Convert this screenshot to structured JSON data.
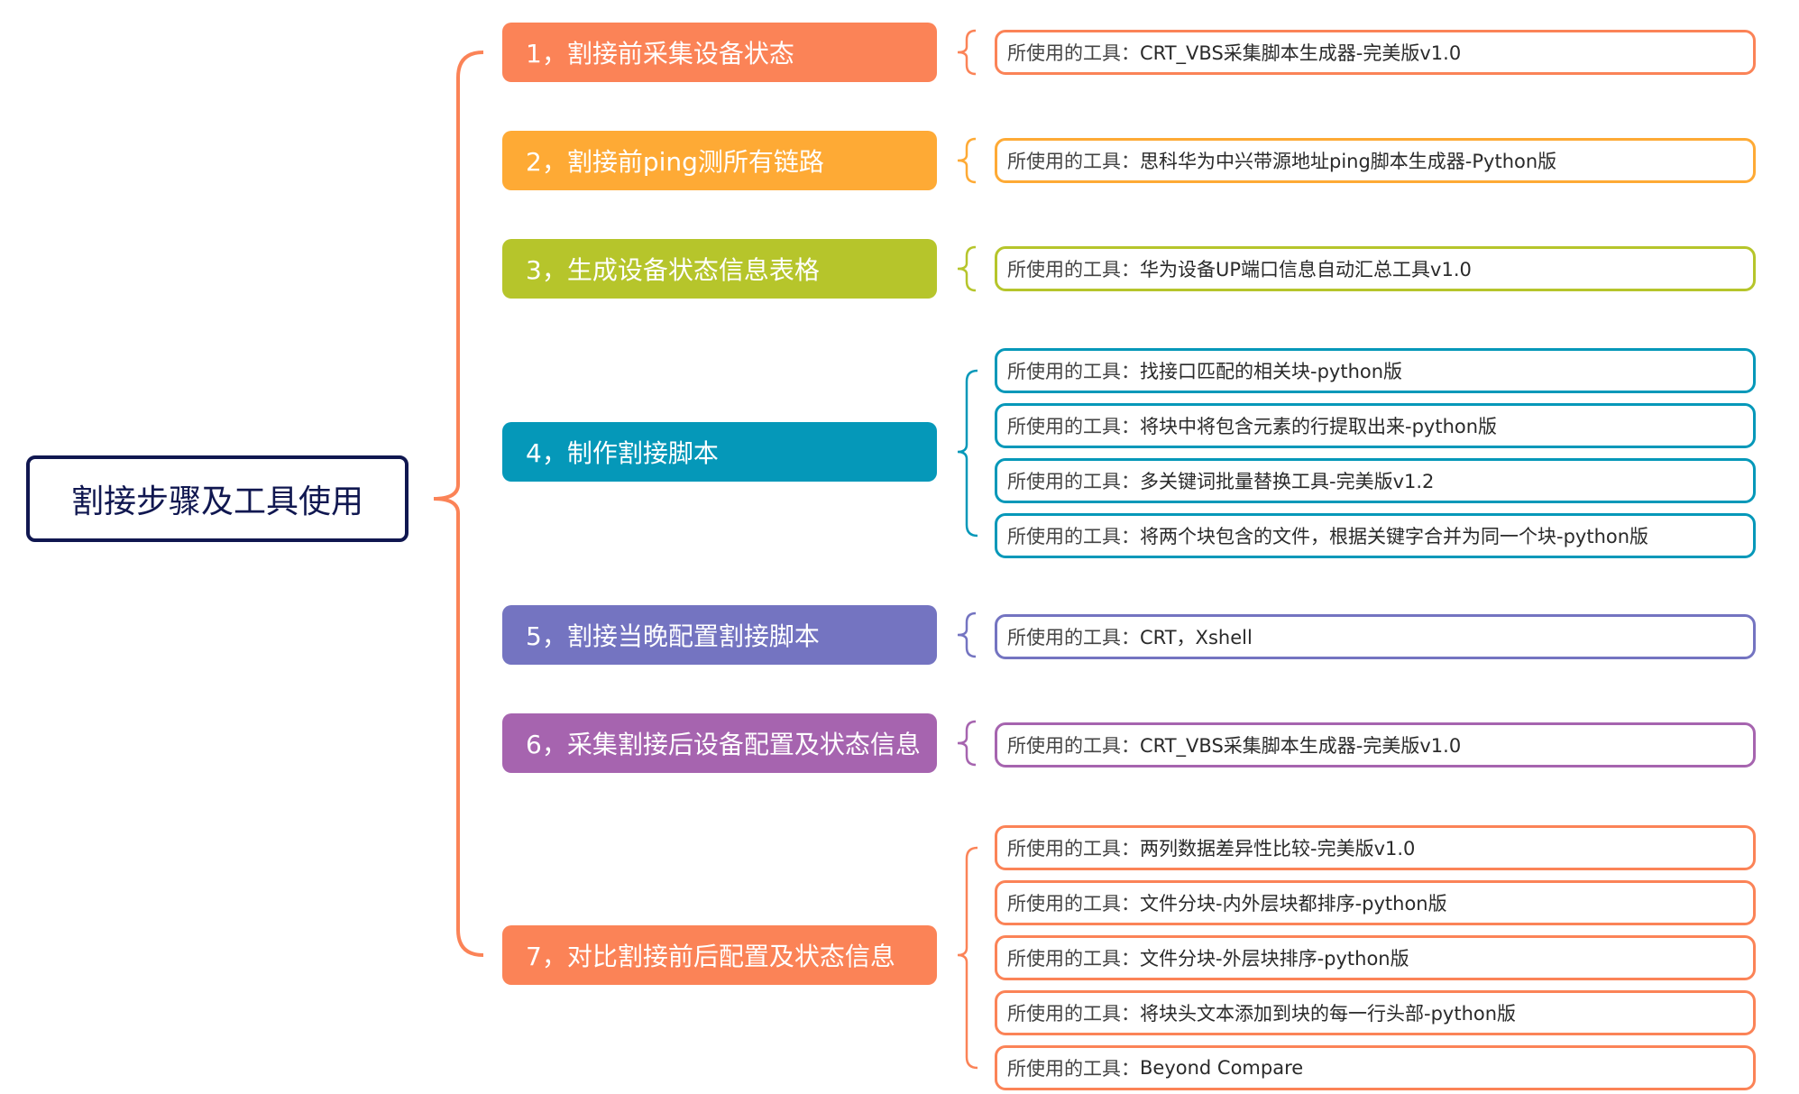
{
  "root": {
    "label": "割接步骤及工具使用",
    "color": "#101750"
  },
  "tool_prefix": "所使用的工具：",
  "steps": [
    {
      "label": "1，割接前采集设备状态",
      "color": "#FB8357",
      "tools": [
        "CRT_VBS采集脚本生成器-完美版v1.0"
      ]
    },
    {
      "label": "2，割接前ping测所有链路",
      "color": "#FEAA35",
      "tools": [
        "思科华为中兴带源地址ping脚本生成器-Python版"
      ]
    },
    {
      "label": "3，生成设备状态信息表格",
      "color": "#B6C52B",
      "tools": [
        "华为设备UP端口信息自动汇总工具v1.0"
      ]
    },
    {
      "label": "4，制作割接脚本",
      "color": "#0598B9",
      "tools": [
        "找接口匹配的相关块-python版",
        "将块中将包含元素的行提取出来-python版",
        "多关键词批量替换工具-完美版v1.2",
        "将两个块包含的文件，根据关键字合并为同一个块-python版"
      ]
    },
    {
      "label": "5，割接当晚配置割接脚本",
      "color": "#7474C1",
      "tools": [
        "CRT，Xshell"
      ]
    },
    {
      "label": "6，采集割接后设备配置及状态信息",
      "color": "#A664AF",
      "tools": [
        "CRT_VBS采集脚本生成器-完美版v1.0"
      ]
    },
    {
      "label": "7，对比割接前后配置及状态信息",
      "color": "#FB8357",
      "tools": [
        "两列数据差异性比较-完美版v1.0",
        "文件分块-内外层块都排序-python版",
        "文件分块-外层块排序-python版",
        "将块头文本添加到块的每一行头部-python版",
        "Beyond Compare"
      ]
    }
  ]
}
